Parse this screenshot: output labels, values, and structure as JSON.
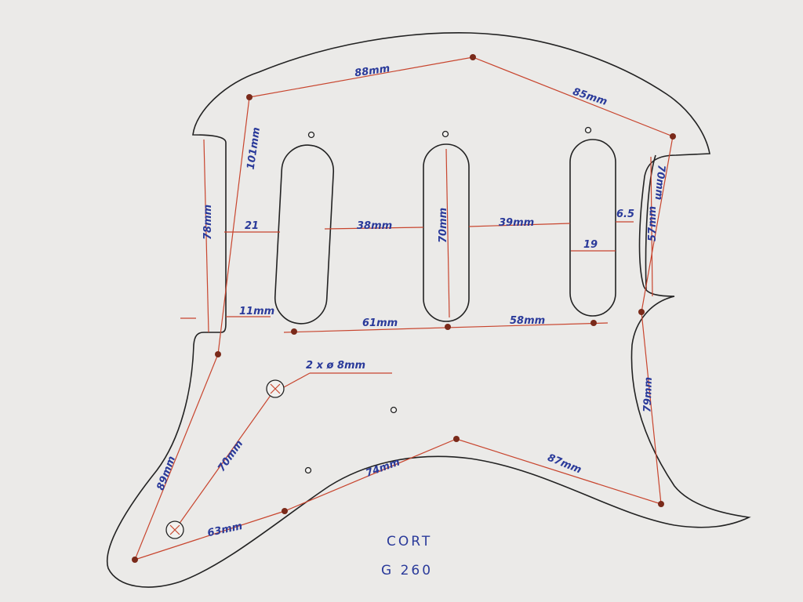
{
  "labels": {
    "top_left": "88mm",
    "top_right": "85mm",
    "left_diag": "101mm",
    "left_height": "78mm",
    "gap_21": "21",
    "gap_38": "38mm",
    "pickup_len": "70mm",
    "gap_39": "39mm",
    "gap_6_5": "6.5",
    "right_57": "57mm",
    "right_70": "70mm",
    "pickup_width": "19",
    "step_11": "11mm",
    "bottom_61": "61mm",
    "bottom_58": "58mm",
    "holes_note": "2 x ø 8mm",
    "diag_70": "70mm",
    "left_89": "89mm",
    "bottom_74": "74mm",
    "bottom_87": "87mm",
    "right_79": "79mm",
    "bottom_63": "63mm"
  },
  "title": {
    "brand": "CORT",
    "model": "G 260"
  },
  "colors": {
    "ink": "#222222",
    "measure": "#c8452e",
    "text": "#2a3a9a"
  }
}
